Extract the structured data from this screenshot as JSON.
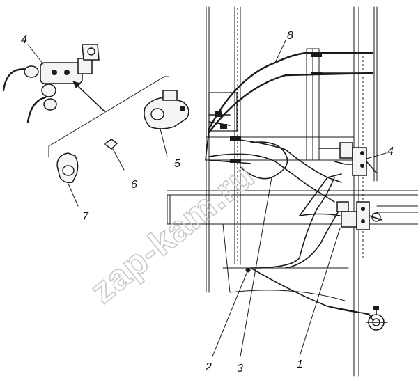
{
  "labels": {
    "l1": "1",
    "l2": "2",
    "l3": "3",
    "l4a": "4",
    "l4b": "4",
    "l5": "5",
    "l6": "6",
    "l7": "7",
    "l8": "8"
  },
  "watermark": "zap-kam.ru"
}
